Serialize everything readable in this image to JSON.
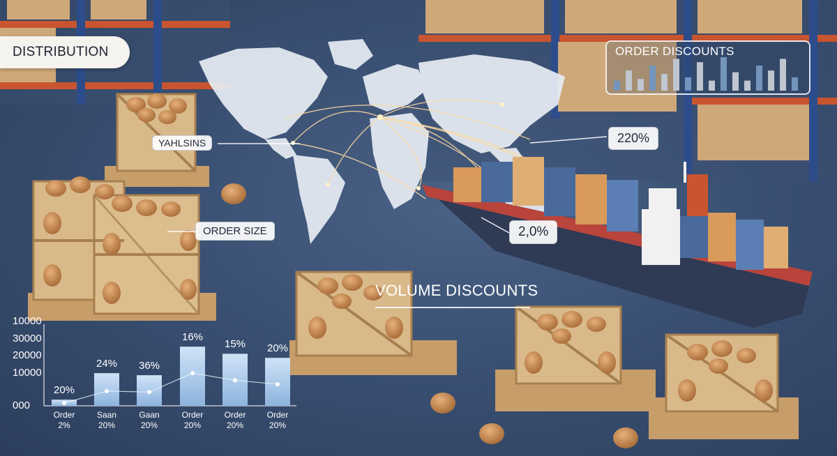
{
  "labels": {
    "distribution": "DISTRIBUTION",
    "order_discounts": "ORDER DISCOUNTS",
    "warehouse_tag": "YAHLSINS",
    "order_size": "ORDER SIZE",
    "pct_top": "220%",
    "pct_mid": "2,0%",
    "volume_discounts": "VOLUME DISCOUNTS"
  },
  "order_discounts_sparkbars": [
    0.3,
    0.6,
    0.35,
    0.75,
    0.5,
    0.95,
    0.4,
    0.85,
    0.3,
    1.0,
    0.55,
    0.3,
    0.75,
    0.6,
    0.95,
    0.4
  ],
  "chart_data": {
    "type": "bar",
    "y_tick_labels": [
      "10000",
      "30000",
      "20000",
      "10000",
      "000"
    ],
    "categories": [
      {
        "line1": "Order",
        "line2": "2%"
      },
      {
        "line1": "Saan",
        "line2": "20%"
      },
      {
        "line1": "Gaan",
        "line2": "20%"
      },
      {
        "line1": "Order",
        "line2": "20%"
      },
      {
        "line1": "Order",
        "line2": "20%"
      },
      {
        "line1": "Order",
        "line2": "20%"
      }
    ],
    "values": [
      3000,
      16000,
      15000,
      29000,
      25500,
      23500
    ],
    "bar_labels": [
      "20%",
      "24%",
      "36%",
      "16%",
      "15%",
      "20%"
    ],
    "ylim": [
      0,
      40000
    ]
  },
  "colors": {
    "background": "#3a5073",
    "crate": "#d9b98a",
    "crate_dark": "#b48c5c",
    "walnut": "#c98a52",
    "ship_hull": "#2f3a55",
    "ship_red": "#b8443c",
    "container_blue": "#4a6a9c",
    "container_orange": "#d99a5a",
    "bar": "#a9c9ea",
    "route": "#ffd9a0"
  }
}
